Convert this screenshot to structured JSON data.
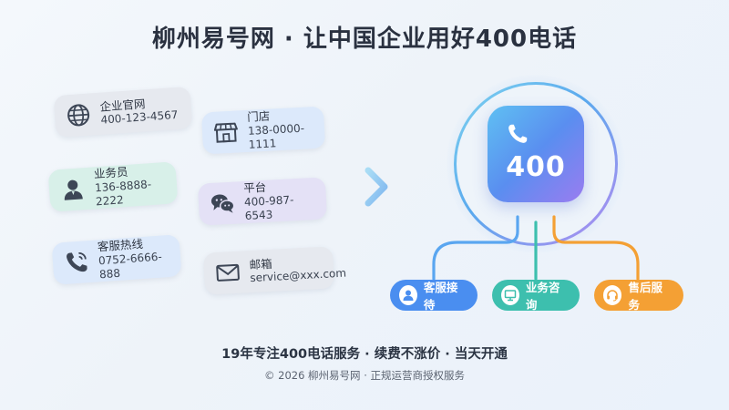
{
  "title": "柳州易号网 · 让中国企业用好400电话",
  "cards": [
    {
      "label": "企业官网",
      "number": "400-123-4567",
      "icon": "globe-icon"
    },
    {
      "label": "门店",
      "number": "138-0000-1111",
      "icon": "store-icon"
    },
    {
      "label": "业务员",
      "number": "136-8888-2222",
      "icon": "person-icon"
    },
    {
      "label": "平台",
      "number": "400-987-6543",
      "icon": "chat-icon"
    },
    {
      "label": "客服热线",
      "number": "0752-6666-888",
      "icon": "phone-icon"
    },
    {
      "label": "邮箱",
      "number": "service@xxx.com",
      "icon": "mail-icon"
    }
  ],
  "hub": {
    "number": "400",
    "icon": "phone-icon"
  },
  "services": [
    {
      "label": "客服接待",
      "icon": "person-icon",
      "color": "#4a8ef0"
    },
    {
      "label": "业务咨询",
      "icon": "monitor-icon",
      "color": "#3dbfae"
    },
    {
      "label": "售后服务",
      "icon": "headset-icon",
      "color": "#f4a034"
    }
  ],
  "slogan": "19年专注400电话服务 · 续费不涨价 · 当天开通",
  "footer": "© 2026 柳州易号网 · 正规运营商授权服务",
  "colors": {
    "card_gray": "#e6e9ef",
    "card_blue": "#dce9fb",
    "card_green": "#d8f0e9",
    "card_purple": "#e4e1f6",
    "accent_blue": "#5a9ef0",
    "accent_purple": "#a07cf0"
  }
}
